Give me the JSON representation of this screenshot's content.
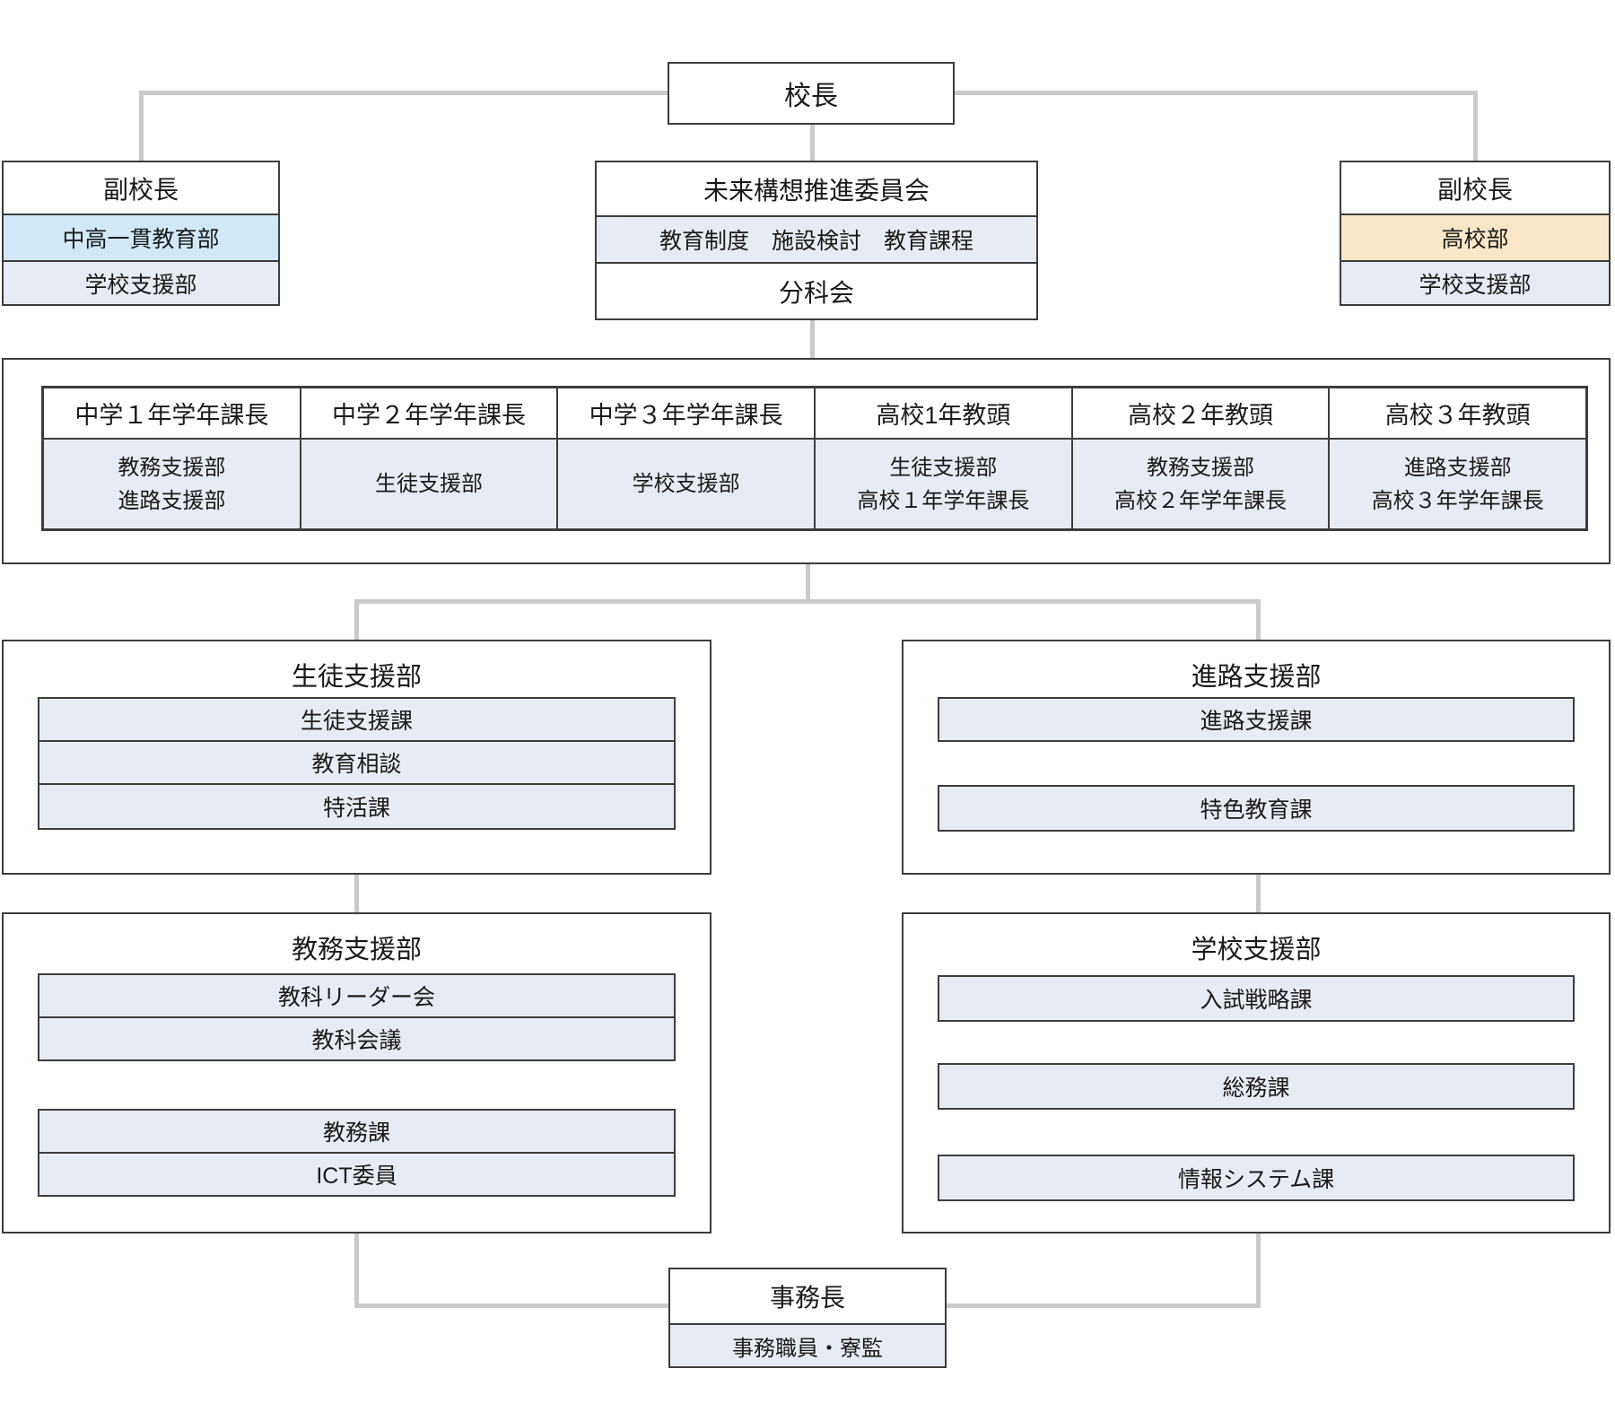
{
  "colors": {
    "lavender": "#e7ebf3",
    "blue": "#d2e8f7",
    "orange": "#f9e8c8",
    "border": "#3d3d3d",
    "connector": "#cacaca"
  },
  "principal": {
    "title": "校長"
  },
  "vice_left": {
    "title": "副校長",
    "row1": "中高一貫教育部",
    "row2": "学校支援部"
  },
  "committee": {
    "title": "未来構想推進委員会",
    "subtitle": "教育制度　施設検討　教育課程",
    "row": "分科会"
  },
  "vice_right": {
    "title": "副校長",
    "row1": "高校部",
    "row2": "学校支援部"
  },
  "grade_table": {
    "columns": [
      {
        "head": "中学１年学年課長",
        "lines": [
          "教務支援部",
          "進路支援部"
        ]
      },
      {
        "head": "中学２年学年課長",
        "lines": [
          "生徒支援部"
        ]
      },
      {
        "head": "中学３年学年課長",
        "lines": [
          "学校支援部"
        ]
      },
      {
        "head": "高校1年教頭",
        "lines": [
          "生徒支援部",
          "高校１年学年課長"
        ]
      },
      {
        "head": "高校２年教頭",
        "lines": [
          "教務支援部",
          "高校２年学年課長"
        ]
      },
      {
        "head": "高校３年教頭",
        "lines": [
          "進路支援部",
          "高校３年学年課長"
        ]
      }
    ]
  },
  "student_support": {
    "title": "生徒支援部",
    "rows": [
      "生徒支援課",
      "教育相談",
      "特活課"
    ]
  },
  "career_support": {
    "title": "進路支援部",
    "rows": [
      "進路支援課",
      "特色教育課"
    ]
  },
  "academic_support": {
    "title": "教務支援部",
    "group1": [
      "教科リーダー会",
      "教科会議"
    ],
    "group2": [
      "教務課",
      "ICT委員"
    ]
  },
  "school_support": {
    "title": "学校支援部",
    "rows": [
      "入試戦略課",
      "総務課",
      "情報システム課"
    ]
  },
  "office": {
    "title": "事務長",
    "row": "事務職員・寮監"
  }
}
